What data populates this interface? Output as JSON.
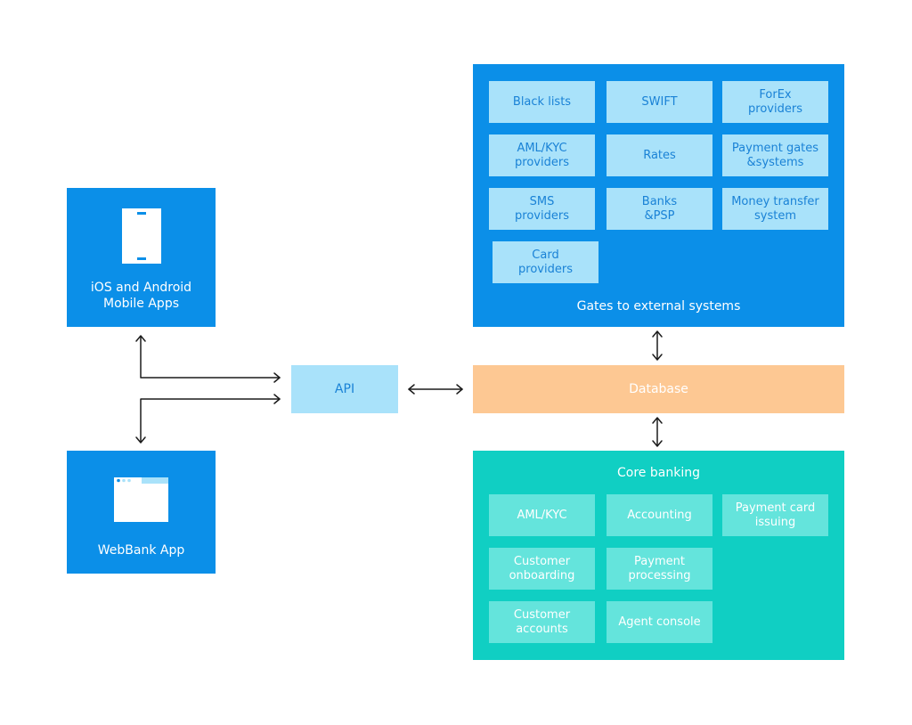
{
  "mobile_app": {
    "label_line1": "iOS and Android",
    "label_line2": "Mobile Apps",
    "icon": "smartphone-icon"
  },
  "web_app": {
    "label": "WebBank App",
    "icon": "browser-window-icon"
  },
  "api": {
    "label": "API"
  },
  "database": {
    "label": "Database"
  },
  "gates": {
    "title": "Gates to external systems",
    "items": [
      {
        "line1": "Black lists",
        "line2": ""
      },
      {
        "line1": "SWIFT",
        "line2": ""
      },
      {
        "line1": "ForEx",
        "line2": "providers"
      },
      {
        "line1": "AML/KYC",
        "line2": "providers"
      },
      {
        "line1": "Rates",
        "line2": ""
      },
      {
        "line1": "Payment gates",
        "line2": "&systems"
      },
      {
        "line1": "SMS",
        "line2": "providers"
      },
      {
        "line1": "Banks",
        "line2": "&PSP"
      },
      {
        "line1": "Money transfer",
        "line2": "system"
      },
      {
        "line1": "Card",
        "line2": "providers"
      }
    ]
  },
  "core": {
    "title": "Core banking",
    "items": [
      {
        "line1": "AML/KYC",
        "line2": ""
      },
      {
        "line1": "Accounting",
        "line2": ""
      },
      {
        "line1": "Payment card",
        "line2": "issuing"
      },
      {
        "line1": "Customer",
        "line2": "onboarding"
      },
      {
        "line1": "Payment",
        "line2": "processing"
      },
      {
        "line1": "Customer",
        "line2": "accounts"
      },
      {
        "line1": "Agent console",
        "line2": ""
      }
    ]
  },
  "colors": {
    "panel_blue": "#0b8fe8",
    "cell_blue": "#a9e2fa",
    "panel_teal": "#10cfc3",
    "cell_teal": "#64e4dc",
    "database": "#fdc893",
    "connector": "#1b1b1b"
  }
}
